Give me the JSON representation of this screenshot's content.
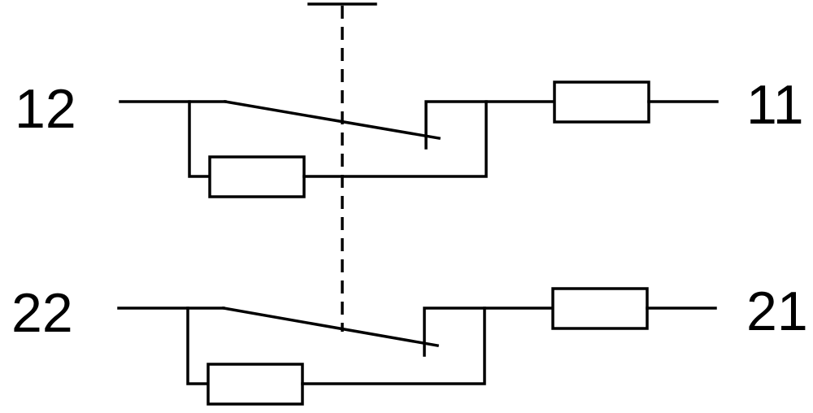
{
  "colors": {
    "line": "#000000",
    "background": "#ffffff"
  },
  "terminals": {
    "top_left": "12",
    "top_right": "11",
    "bottom_left": "22",
    "bottom_right": "21"
  }
}
